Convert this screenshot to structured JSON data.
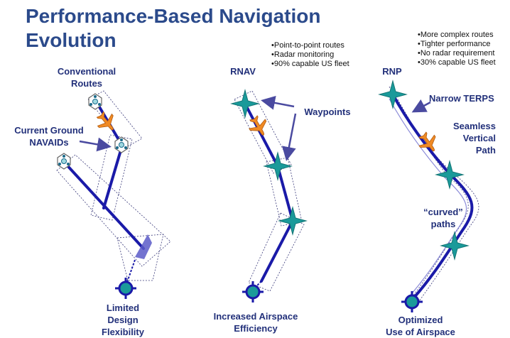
{
  "title": {
    "line1": "Performance-Based Navigation",
    "line2": "Evolution"
  },
  "conventional": {
    "routes_label_1": "Conventional",
    "routes_label_2": "Routes",
    "navaids_label_1": "Current Ground",
    "navaids_label_2": "NAVAIDs",
    "bottom_1": "Limited",
    "bottom_2": "Design",
    "bottom_3": "Flexibility"
  },
  "rnav": {
    "heading": "RNAV",
    "bullets": [
      "Point-to-point routes",
      "Radar monitoring",
      "90% capable US fleet"
    ],
    "waypoints_label": "Waypoints",
    "bottom_1": "Increased Airspace",
    "bottom_2": "Efficiency"
  },
  "rnp": {
    "heading": "RNP",
    "bullets": [
      "More complex routes",
      "Tighter performance",
      "No radar requirement",
      "30% capable US fleet"
    ],
    "terps_label": "Narrow TERPS",
    "vertical_1": "Seamless",
    "vertical_2": "Vertical",
    "vertical_3": "Path",
    "curved_1": "“curved”",
    "curved_2": "paths",
    "bottom_1": "Optimized",
    "bottom_2": "Use of Airspace"
  },
  "colors": {
    "title": "#2b4a8b",
    "route": "#1a1aa8",
    "waypoint": "#1a9a9a",
    "aircraft": "#f08a24",
    "arrow": "#4a4aa0",
    "label": "#22307a"
  },
  "icons": [
    "navaid-icon",
    "aircraft-icon",
    "waypoint-star-icon",
    "airport-icon",
    "pointer-arrow-icon"
  ]
}
